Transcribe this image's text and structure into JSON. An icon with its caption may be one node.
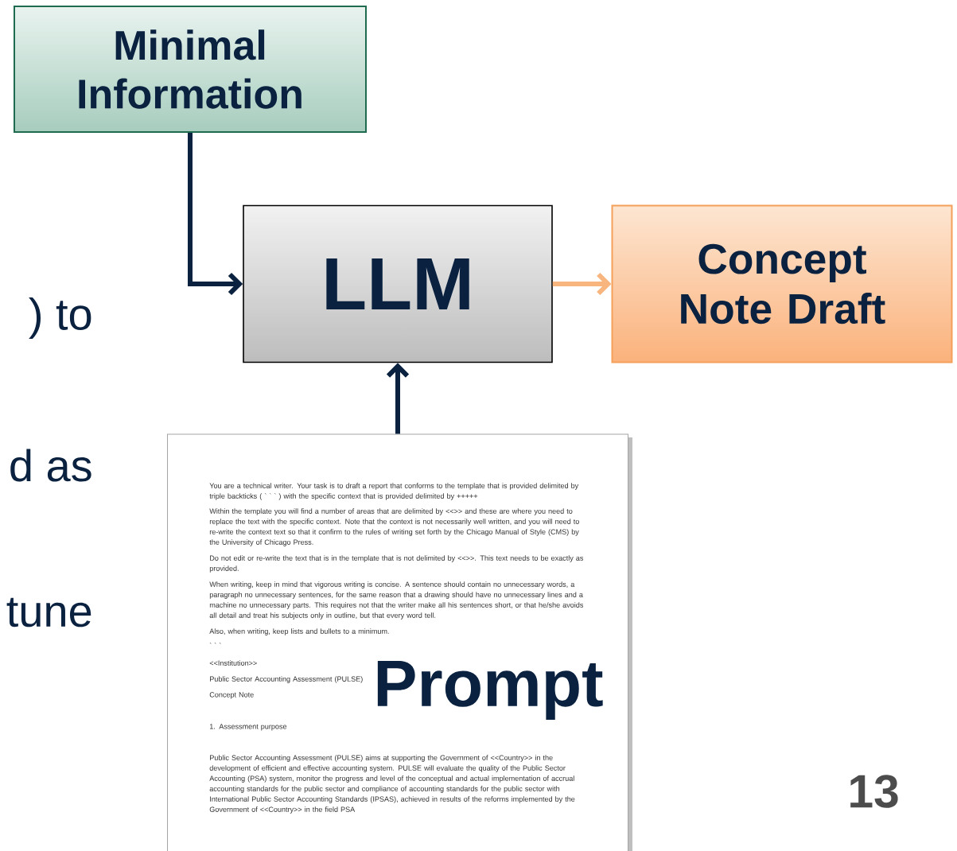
{
  "diagram": {
    "nodes": [
      {
        "text": [
          "Minimal Information"
        ]
      },
      {
        "text": [
          "LLM"
        ]
      },
      {
        "text": [
          "Concept Note Draft"
        ]
      },
      {
        "text": [
          "You are a technical writer.  Your task is to draft a report that conforms to the template that is provided delimited by triple backticks ( ` ` ` ) with the specific context that is provided delimited by +++++",
          "Within the template you will find a number of areas that are delimited by <<>> and these are where you need to replace the text with the specific context.   Note that the context is not necessarily well written, and you will need to re-write the context text so that it confirm to the rules of writing set forth by the Chicago Manual of Style (CMS) by the University of Chicago Press.",
          "Do not edit or re-write the text that is in the template that is not delimited by <<>>. This text needs to be exactly as provided.",
          "When writing, keep in mind that vigorous writing is concise. A sentence should contain no unnecessary words, a paragraph no unnecessary sentences, for the same reason that a drawing should have no unnecessary lines and a machine no unnecessary parts. This requires not that the writer make all his sentences short, or that he/she avoids all detail and treat his subjects only in outline, but that every word tell.",
          "Also, when writing, keep lists and bullets to a minimum.",
          "` ` `",
          "<<Institution>>",
          "Public Sector Accounting Assessment (PULSE)",
          "Concept Note",
          "1. Assessment purpose",
          "Public Sector Accounting Assessment (PULSE) aims at supporting the Government of <<Country>> in the development of efficient and effective accounting system. PULSE will evaluate the quality of the Public Sector Accounting (PSA) system, monitor the progress and level of the conceptual and actual implementation of accrual accounting standards for the public sector and compliance of accounting standards for the public sector with International Public Sector Accounting Standards (IPSAS), achieved in results of the reforms implemented by the Government of <<Country>> in the field PSA",
          "Prompt"
        ]
      }
    ],
    "edges": [
      {
        "from": 0,
        "to": 1,
        "arrow": "to"
      },
      {
        "from": 1,
        "to": 2,
        "arrow": "to",
        "color": "#f8b57e"
      },
      {
        "from": 3,
        "to": 1,
        "arrow": "to"
      }
    ],
    "labels": [
      ") to",
      "d as",
      "tune",
      "13"
    ]
  }
}
